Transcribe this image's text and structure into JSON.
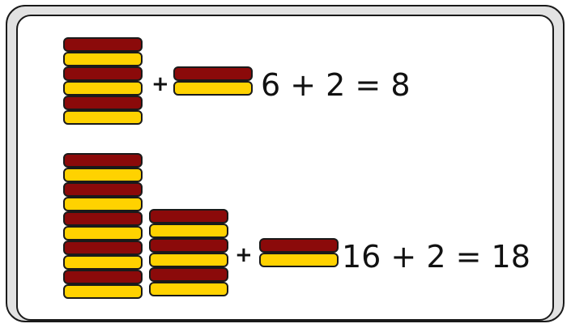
{
  "colors": {
    "red": "#8b0a0a",
    "yellow": "#ffd200",
    "outline": "#1a1a1a",
    "frame": "#e2e2e2"
  },
  "problem_1": {
    "stack_a_pairs": 3,
    "stack_b_pairs": 1,
    "plus": "+",
    "equation": "6 + 2 = 8"
  },
  "problem_2": {
    "stack_a_pairs": 5,
    "stack_b_pairs": 3,
    "stack_c_pairs": 1,
    "plus": "+",
    "equation": "16 + 2 = 18"
  }
}
